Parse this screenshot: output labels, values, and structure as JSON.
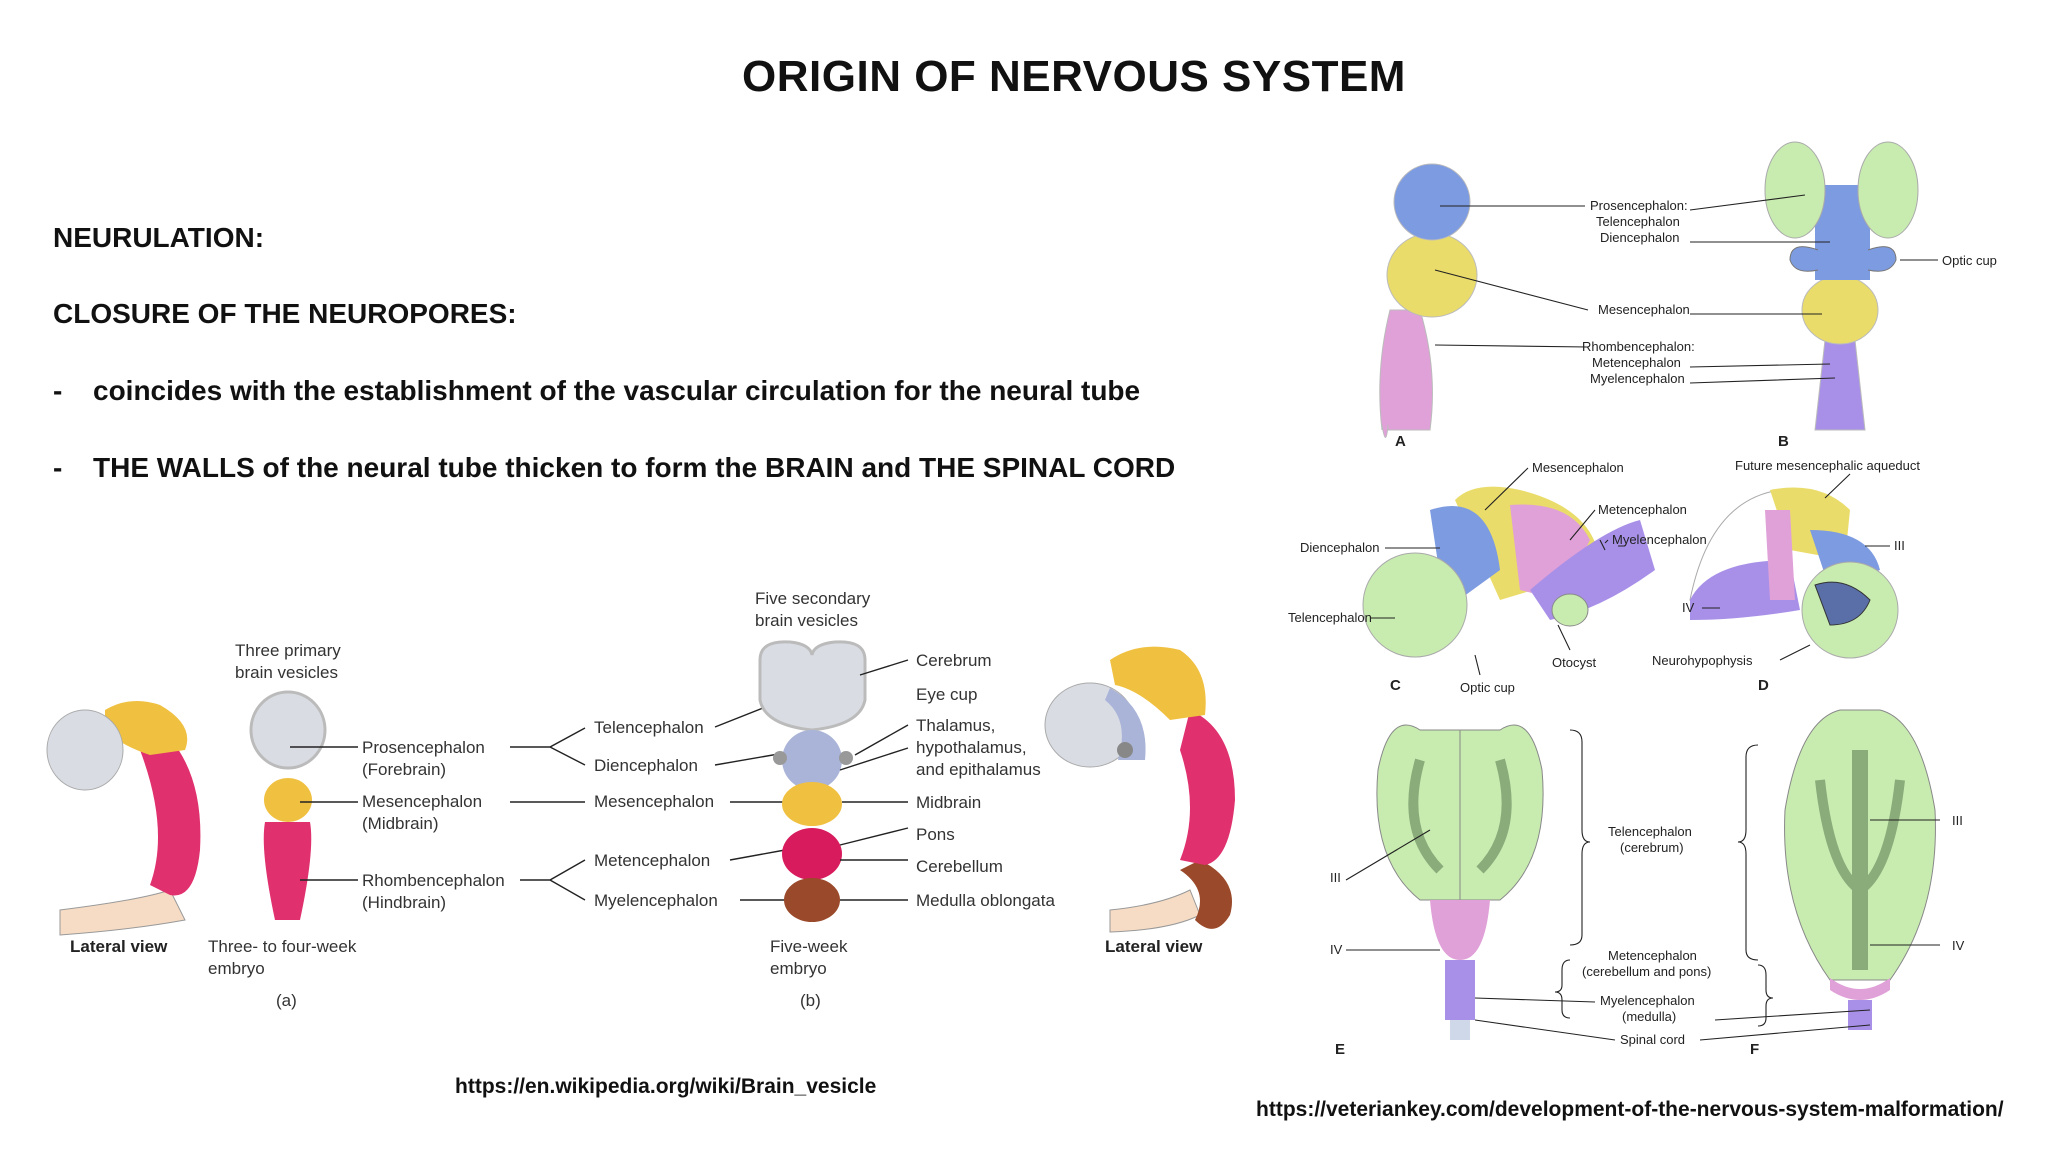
{
  "title": "ORIGIN OF NERVOUS SYSTEM",
  "headings": {
    "neurulation": "NEURULATION:",
    "closure": "CLOSURE OF THE NEUROPORES:"
  },
  "bullets": [
    {
      "dash": "-",
      "text": "coincides with the establishment of the vascular circulation for the neural tube"
    },
    {
      "dash": "-",
      "text": "THE WALLS of the neural tube thicken to form the BRAIN and THE  SPINAL CORD"
    }
  ],
  "left_figure": {
    "three_primary": [
      "Three primary",
      "brain vesicles"
    ],
    "five_secondary": [
      "Five secondary",
      "brain vesicles"
    ],
    "primary_labels": [
      [
        "Prosencephalon",
        "(Forebrain)"
      ],
      [
        "Mesencephalon",
        "(Midbrain)"
      ],
      [
        "Rhombencephalon",
        "(Hindbrain)"
      ]
    ],
    "secondary_labels": [
      "Telencephalon",
      "Diencephalon",
      "Mesencephalon",
      "Metencephalon",
      "Myelencephalon"
    ],
    "adult_labels": [
      "Cerebrum",
      "Eye cup",
      "Thalamus,",
      "hypothalamus,",
      "and epithalamus",
      "Midbrain",
      "Pons",
      "Cerebellum",
      "Medulla oblongata"
    ],
    "lateral_view": "Lateral view",
    "embryo_a": [
      "Three- to four-week",
      "embryo"
    ],
    "embryo_b": [
      "Five-week",
      "embryo"
    ],
    "panel_a": "(a)",
    "panel_b": "(b)",
    "colors": {
      "forebrain": "#d9dde3",
      "diencephalon": "#aab4d8",
      "midbrain": "#f0c040",
      "pons": "#d81b5c",
      "hindbrain": "#e0306e",
      "medulla": "#9a4a2a",
      "cord": "#f6dcc4"
    }
  },
  "right_figure": {
    "A": {
      "letter": "A",
      "labels": [
        "Prosencephalon:",
        "Telencephalon",
        "Diencephalon",
        "Mesencephalon",
        "Rhombencephalon:",
        "Metencephalon",
        "Myelencephalon"
      ]
    },
    "B": {
      "letter": "B",
      "labels": [
        "Optic cup"
      ]
    },
    "C": {
      "letter": "C",
      "labels": [
        "Mesencephalon",
        "Metencephalon",
        "Myelencephalon",
        "Diencephalon",
        "Telencephalon",
        "Optic cup",
        "Otocyst"
      ]
    },
    "D": {
      "letter": "D",
      "labels": [
        "Future mesencephalic aqueduct",
        "III",
        "IV",
        "Neurohypophysis"
      ]
    },
    "E": {
      "letter": "E",
      "labels": [
        "III",
        "IV"
      ]
    },
    "F": {
      "letter": "F",
      "labels": [
        "III",
        "IV"
      ]
    },
    "EF_labels": [
      "Telencephalon",
      "(cerebrum)",
      "Metencephalon",
      "(cerebellum and pons)",
      "Myelencephalon",
      "(medulla)",
      "Spinal cord"
    ],
    "colors": {
      "tel": "#c8ecb0",
      "dien": "#7d9be0",
      "mes": "#eadc6a",
      "rhomb": "#e0a0d8",
      "myel": "#a890e8"
    }
  },
  "sources": {
    "left": "https://en.wikipedia.org/wiki/Brain_vesicle",
    "right": "https://veteriankey.com/development-of-the-nervous-system-malformation/"
  }
}
